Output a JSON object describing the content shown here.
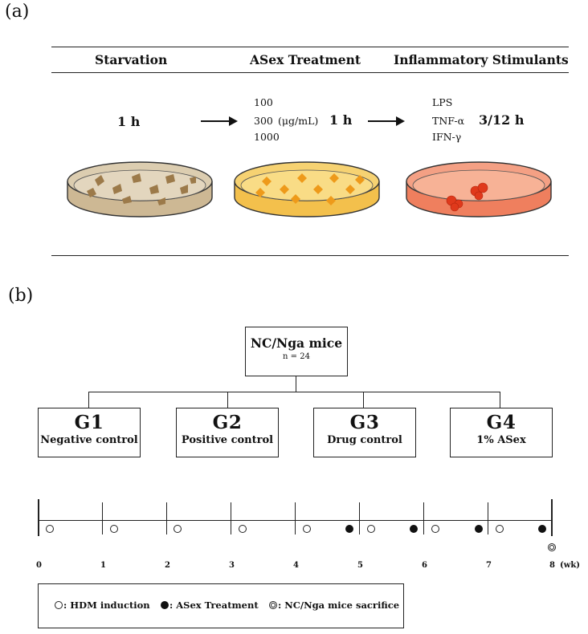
{
  "panel_a": {
    "label": "(a)",
    "headers": [
      "Starvation",
      "ASex Treatment",
      "Inflammatory Stimulants"
    ],
    "starvation_time": "1 h",
    "asex_concentrations": [
      "100",
      "300",
      "1000"
    ],
    "asex_unit": "(μg/mL)",
    "asex_time": "1 h",
    "stimulants": [
      "LPS",
      "TNF-α",
      "IFN-γ"
    ],
    "stimulant_time": "3/12 h"
  },
  "panel_b": {
    "label": "(b)",
    "root": {
      "title": "NC/Nga mice",
      "subtitle": "n = 24"
    },
    "groups": [
      {
        "name": "G1",
        "desc": "Negative control"
      },
      {
        "name": "G2",
        "desc": "Positive control"
      },
      {
        "name": "G3",
        "desc": "Drug control"
      },
      {
        "name": "G4",
        "desc": "1% ASex"
      }
    ],
    "timeline": {
      "ticks": [
        "0",
        "1",
        "2",
        "3",
        "4",
        "5",
        "6",
        "7",
        "8"
      ],
      "unit": "(wk)"
    },
    "legend": {
      "hdm": ": HDM induction",
      "asex": ": ASex Treatment",
      "sacrifice": ": NC/Nga mice sacrifice"
    }
  },
  "colors": {
    "dish1_fill": "#d9c7a6",
    "dish1_cells": "#9c7a4a",
    "dish2_fill": "#f7cf63",
    "dish2_cells": "#ee9a1a",
    "dish3_fill": "#f29a79",
    "dish3_cells": "#e0391b"
  }
}
